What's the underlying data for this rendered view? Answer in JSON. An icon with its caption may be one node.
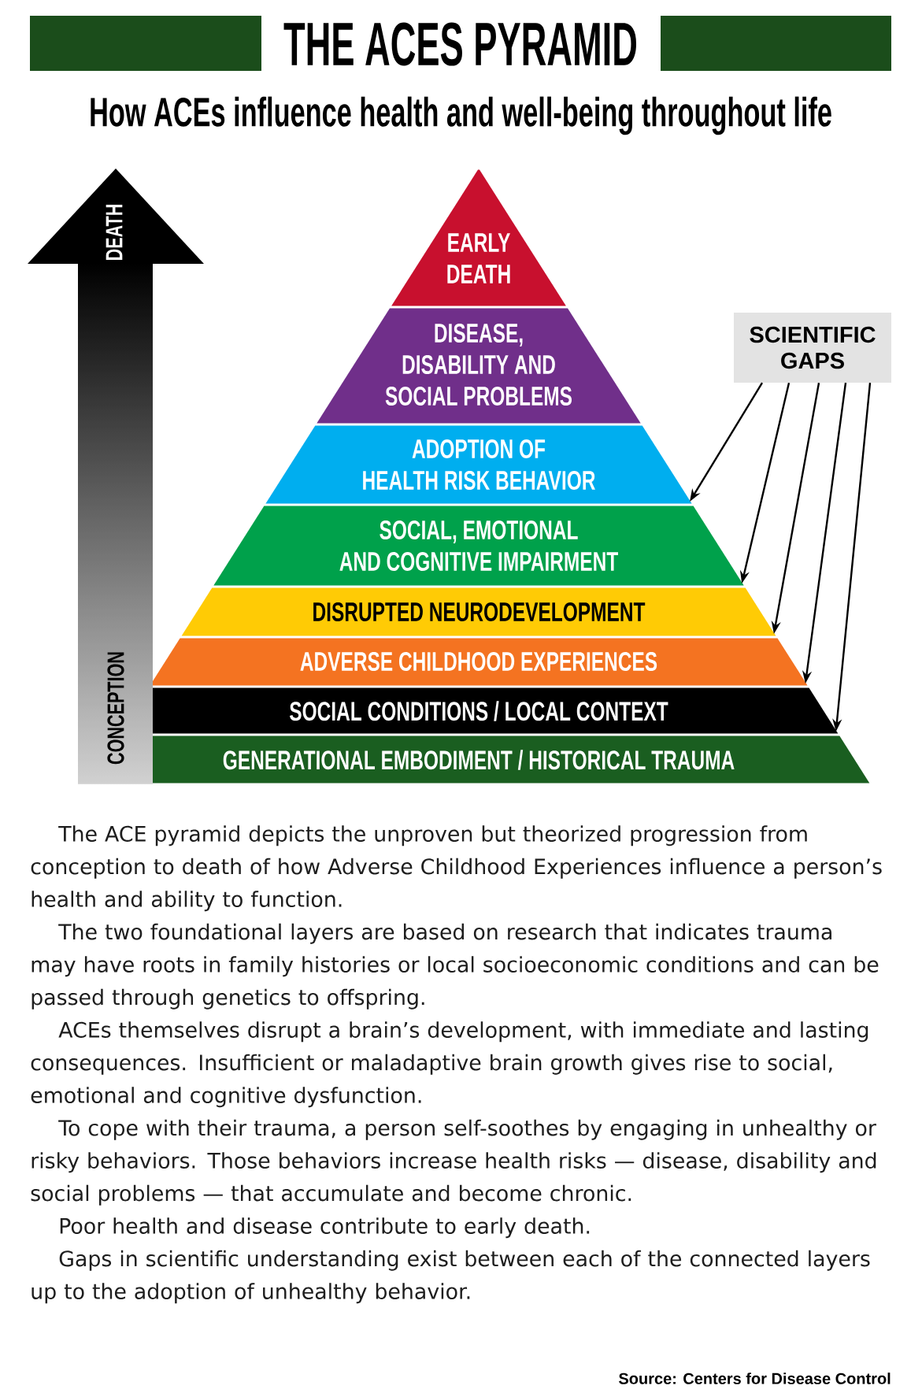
{
  "diagram": {
    "title": "THE ACES PYRAMID",
    "nodes": [
      {
        "text": [
          "EARLY DEATH"
        ]
      },
      {
        "text": [
          "DISEASE, DISABILITY AND SOCIAL PROBLEMS"
        ]
      },
      {
        "text": [
          "ADOPTION OF HEALTH RISK BEHAVIOR"
        ]
      },
      {
        "text": [
          "SOCIAL, EMOTIONAL AND COGNITIVE IMPAIRMENT"
        ]
      },
      {
        "text": [
          "DISRUPTED NEURODEVELOPMENT"
        ]
      },
      {
        "text": [
          "ADVERSE CHILDHOOD EXPERIENCES"
        ]
      },
      {
        "text": [
          "SOCIAL CONDITIONS / LOCAL CONTEXT"
        ]
      },
      {
        "text": [
          "GENERATIONAL EMBODIMENT / HISTORICAL TRAUMA"
        ]
      },
      {
        "text": [
          "SCIENTIFIC GAPS"
        ]
      }
    ],
    "edges": [
      {
        "from": 8,
        "to": 2,
        "arrow": "to"
      },
      {
        "from": 8,
        "to": 3,
        "arrow": "to"
      },
      {
        "from": 8,
        "to": 4,
        "arrow": "to"
      },
      {
        "from": 8,
        "to": 5,
        "arrow": "to"
      },
      {
        "from": 8,
        "to": 6,
        "arrow": "to"
      }
    ],
    "labels": [
      "How ACEs influence health and well-being throughout life",
      "DEATH",
      "CONCEPTION",
      "The ACE pyramid depicts the unproven but theorized progression from conception to death of how Adverse Childhood Experiences influence a person’s health and ability to function.",
      "The two foundational layers are based on research that indicates trauma may have roots in family histories or local socioeconomic conditions and can be passed through genetics to offspring.",
      "ACEs themselves disrupt a brain’s development, with immediate and lasting consequences. Insufficient or maladaptive brain growth gives rise to social, emotional and cognitive dysfunction.",
      "To cope with their trauma, a person self-soothes by engaging in unhealthy or risky behaviors. Those behaviors increase health risks — disease, disability and social problems — that accumulate and become chronic.",
      "Poor health and disease contribute to early death.",
      "Gaps in scientific understanding exist between each of the connected layers up to the adoption of unhealthy behavior.",
      "Source: Centers for Disease Control"
    ]
  }
}
